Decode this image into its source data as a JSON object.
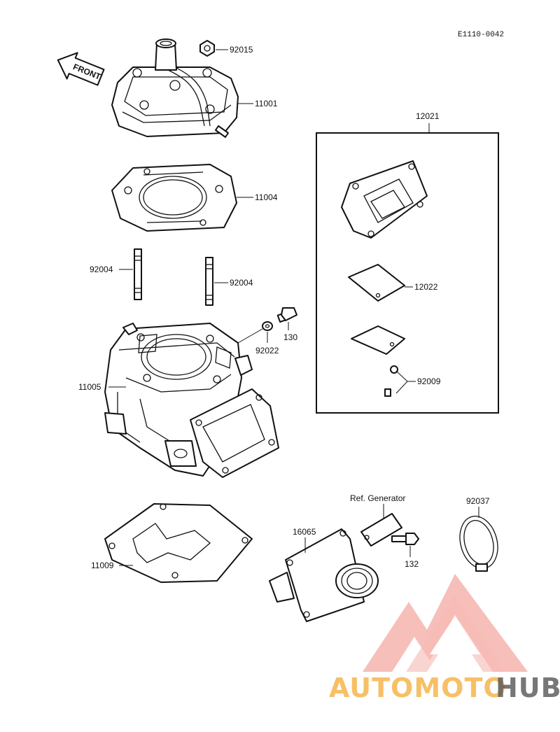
{
  "diagram": {
    "code": "E1110-0042",
    "front_label": "FRONT",
    "part_numbers": {
      "nut": "92015",
      "head": "11001",
      "head_gasket": "11004",
      "stud_left": "92004",
      "stud_right": "92004",
      "washer": "92022",
      "bolt": "130",
      "cylinder": "11005",
      "base_gasket": "11009",
      "reed_assy": "12021",
      "reed": "12022",
      "reed_screw": "92009",
      "intake": "16065",
      "ref_label": "Ref. Generator",
      "bolt_132": "132",
      "clamp": "92037"
    }
  },
  "watermark": {
    "text_left": "AUTOMOTO",
    "text_right": "HUB",
    "colors": {
      "accent": "#e74c3c",
      "light": "#f5b041",
      "dark": "#555555"
    }
  }
}
